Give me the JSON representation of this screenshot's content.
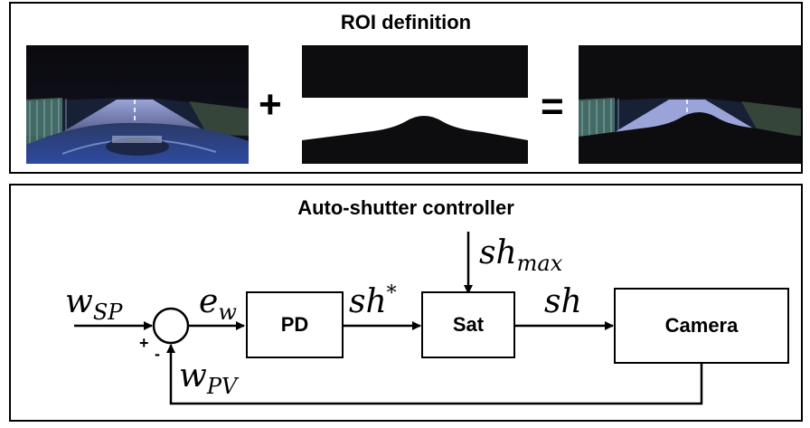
{
  "roi": {
    "title": "ROI definition",
    "plus": "+",
    "equals": "="
  },
  "controller": {
    "title": "Auto-shutter controller",
    "blocks": {
      "pd": "PD",
      "sat": "Sat",
      "camera": "Camera"
    },
    "signals": {
      "setpoint": {
        "base": "w",
        "sub": "SP"
      },
      "error": {
        "base": "e",
        "sub": "w"
      },
      "shutter_cmd": {
        "base": "sh",
        "sup": "*"
      },
      "shutter_max": {
        "base": "sh",
        "sub": "max"
      },
      "shutter": {
        "base": "sh"
      },
      "process_value": {
        "base": "w",
        "sub": "PV"
      }
    },
    "sum_signs": {
      "plus": "+",
      "minus": "-"
    }
  }
}
